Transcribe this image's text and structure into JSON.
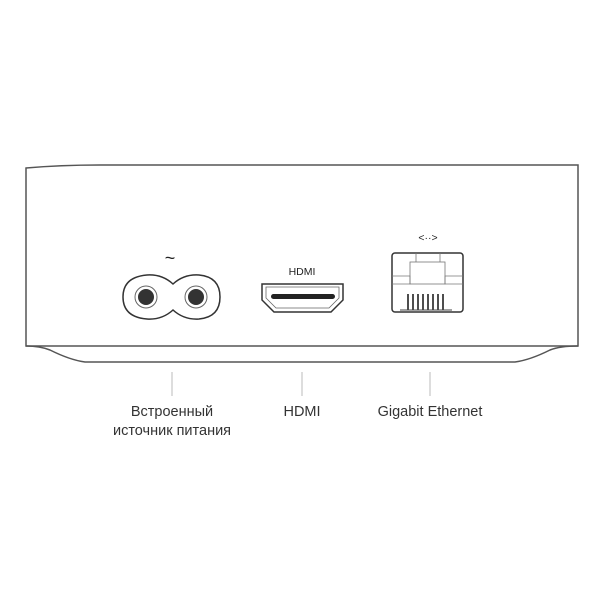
{
  "device": {
    "hdmi_port_label": "HDMI",
    "power_symbol": "~",
    "ethernet_symbol": "<··>"
  },
  "labels": {
    "power_line1": "Встроенный",
    "power_line2": "источник питания",
    "hdmi": "HDMI",
    "ethernet": "Gigabit Ethernet"
  },
  "colors": {
    "outline": "#555555",
    "text": "#333333",
    "leader": "#bbbbbb"
  }
}
